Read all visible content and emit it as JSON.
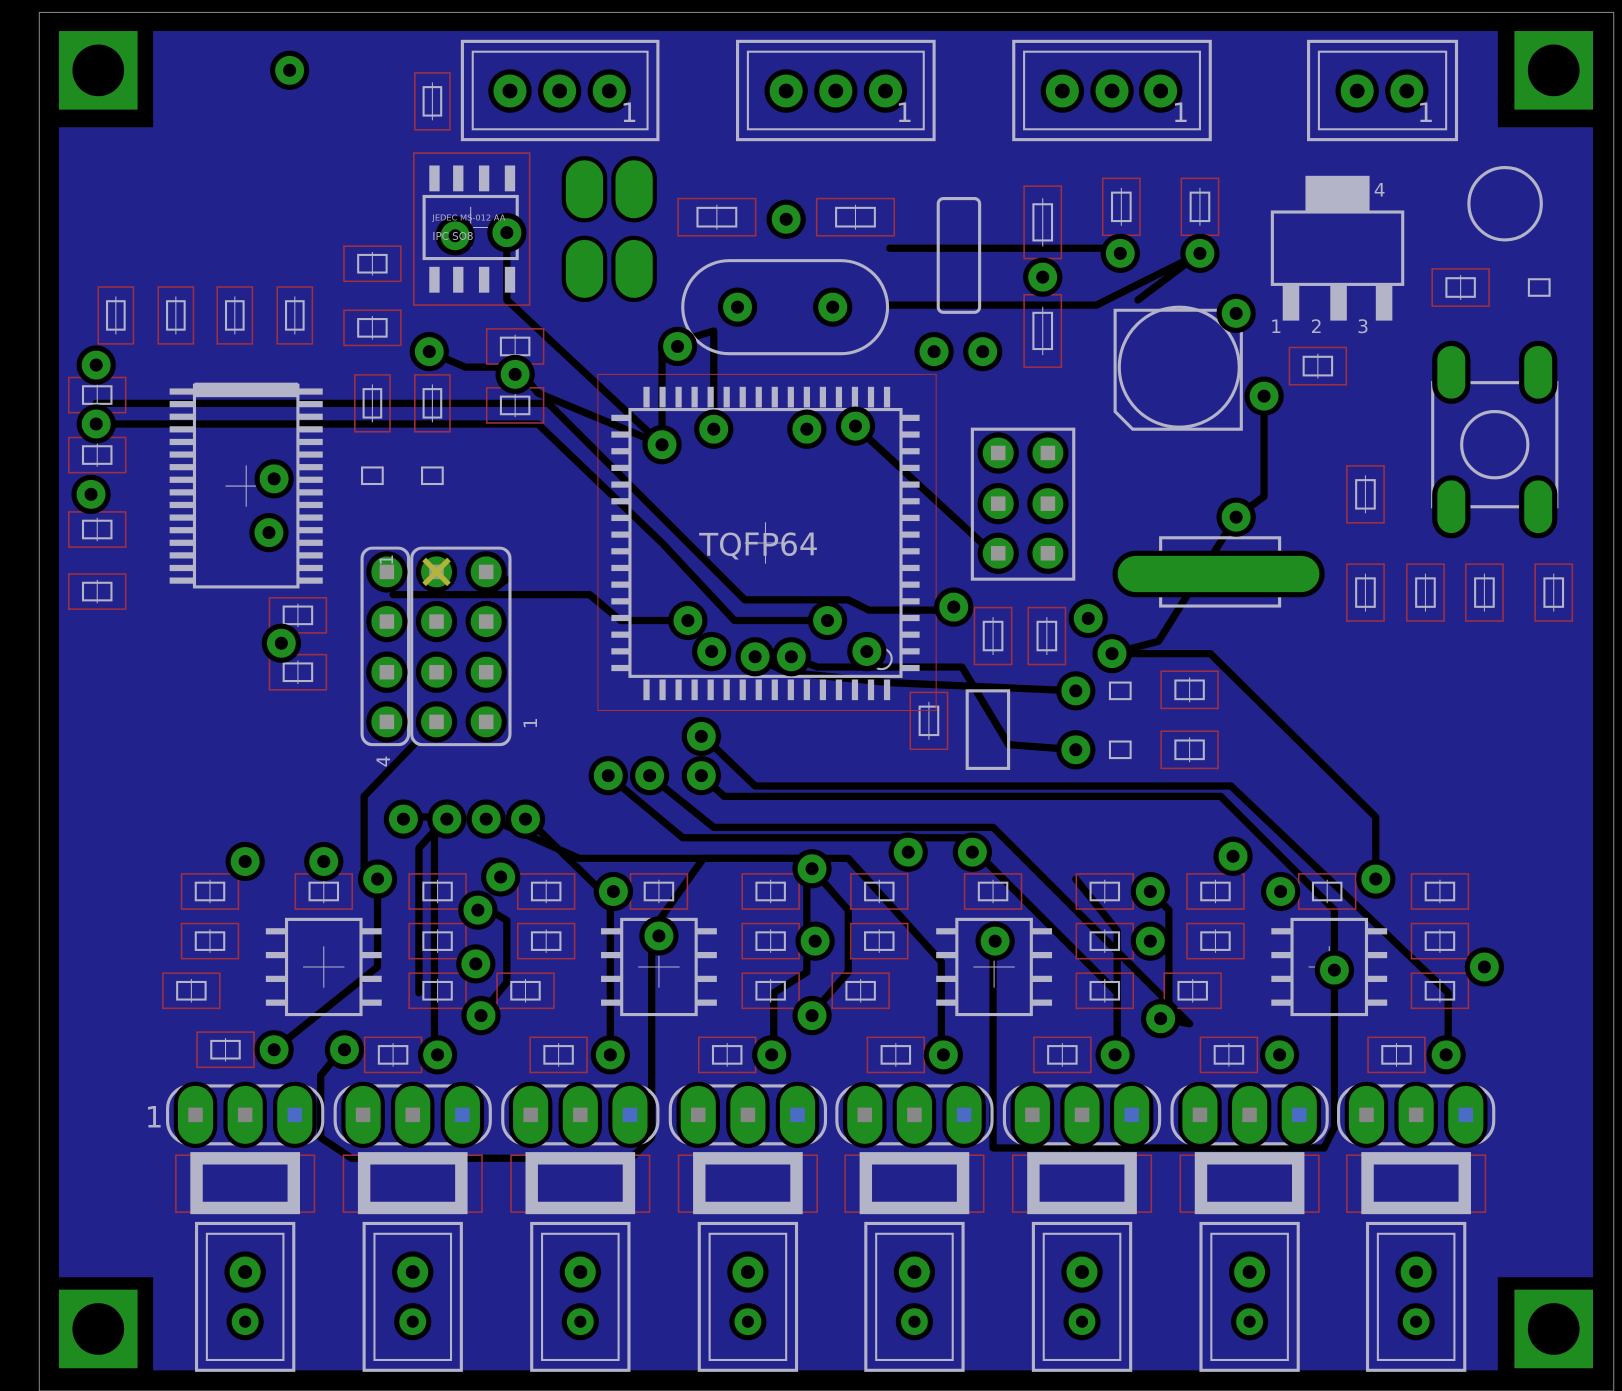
{
  "colors": {
    "background": "#000000",
    "copper_fill": "#22228c",
    "pad": "#1e8c1e",
    "silkscreen": "#b4b4c8",
    "outline": "#a03040",
    "trace": "#000000",
    "drill": "#000000",
    "marker": "#b4b43c"
  },
  "labels": {
    "mcu": "TQFP64",
    "so8_line1": "JEDEC MS-012 AA",
    "so8_line2": "IPC SO8",
    "pin1": "1",
    "pin4": "4",
    "pin8": "8",
    "reg_pin1": "1",
    "reg_pin2": "2",
    "reg_pin3": "3",
    "reg_pin4": "4"
  }
}
